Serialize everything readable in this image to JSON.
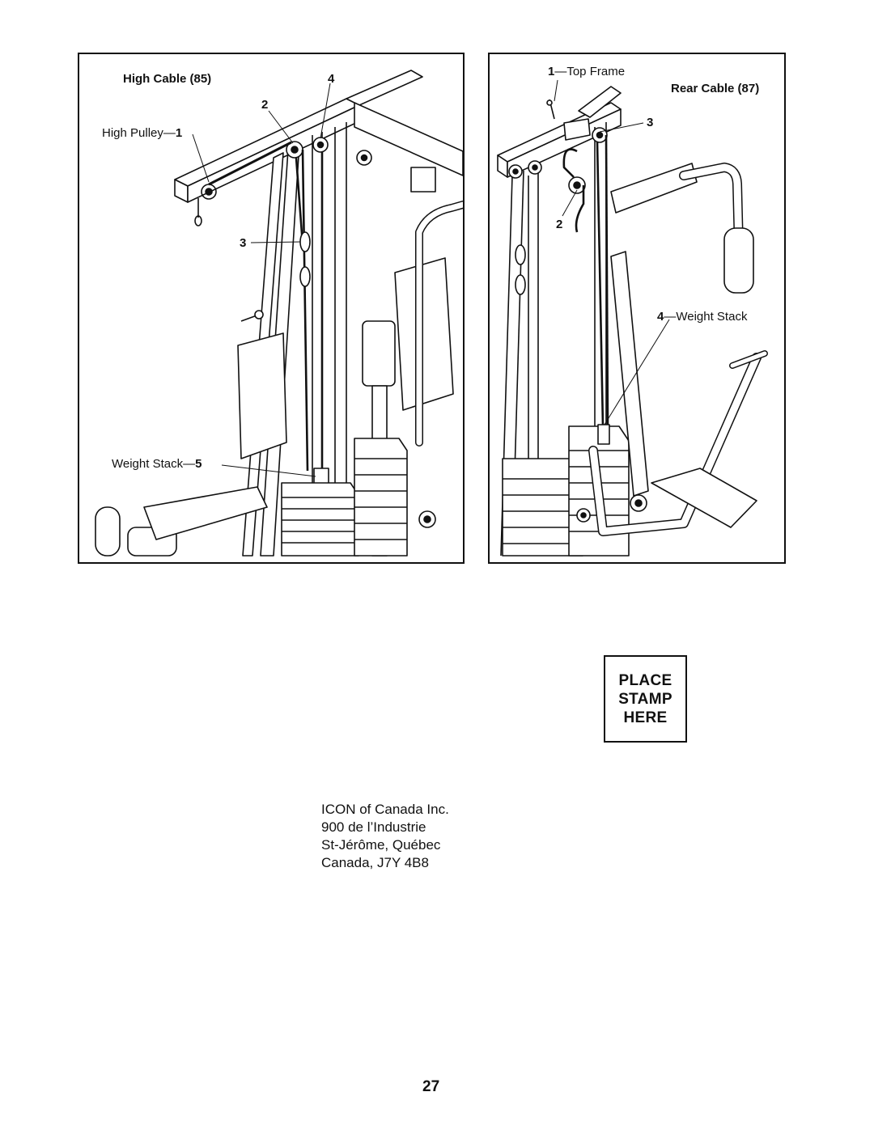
{
  "left_diagram": {
    "title": "High Cable (85)",
    "labels": {
      "high_pulley_text": "High Pulley—",
      "high_pulley_num": "1",
      "part_2": "2",
      "part_3": "3",
      "part_4": "4",
      "weight_stack_text": "Weight Stack—",
      "weight_stack_num": "5"
    }
  },
  "right_diagram": {
    "title": "Rear Cable (87)",
    "labels": {
      "top_frame_num": "1",
      "top_frame_text": "—Top Frame",
      "part_2": "2",
      "part_3": "3",
      "weight_stack_num": "4",
      "weight_stack_text": "—Weight Stack"
    }
  },
  "stamp": {
    "lines": [
      "PLACE",
      "STAMP",
      "HERE"
    ]
  },
  "address": {
    "lines": [
      "ICON of Canada Inc.",
      "900 de l’Industrie",
      "St-Jérôme, Québec",
      "Canada, J7Y 4B8"
    ]
  },
  "page_number": "27"
}
